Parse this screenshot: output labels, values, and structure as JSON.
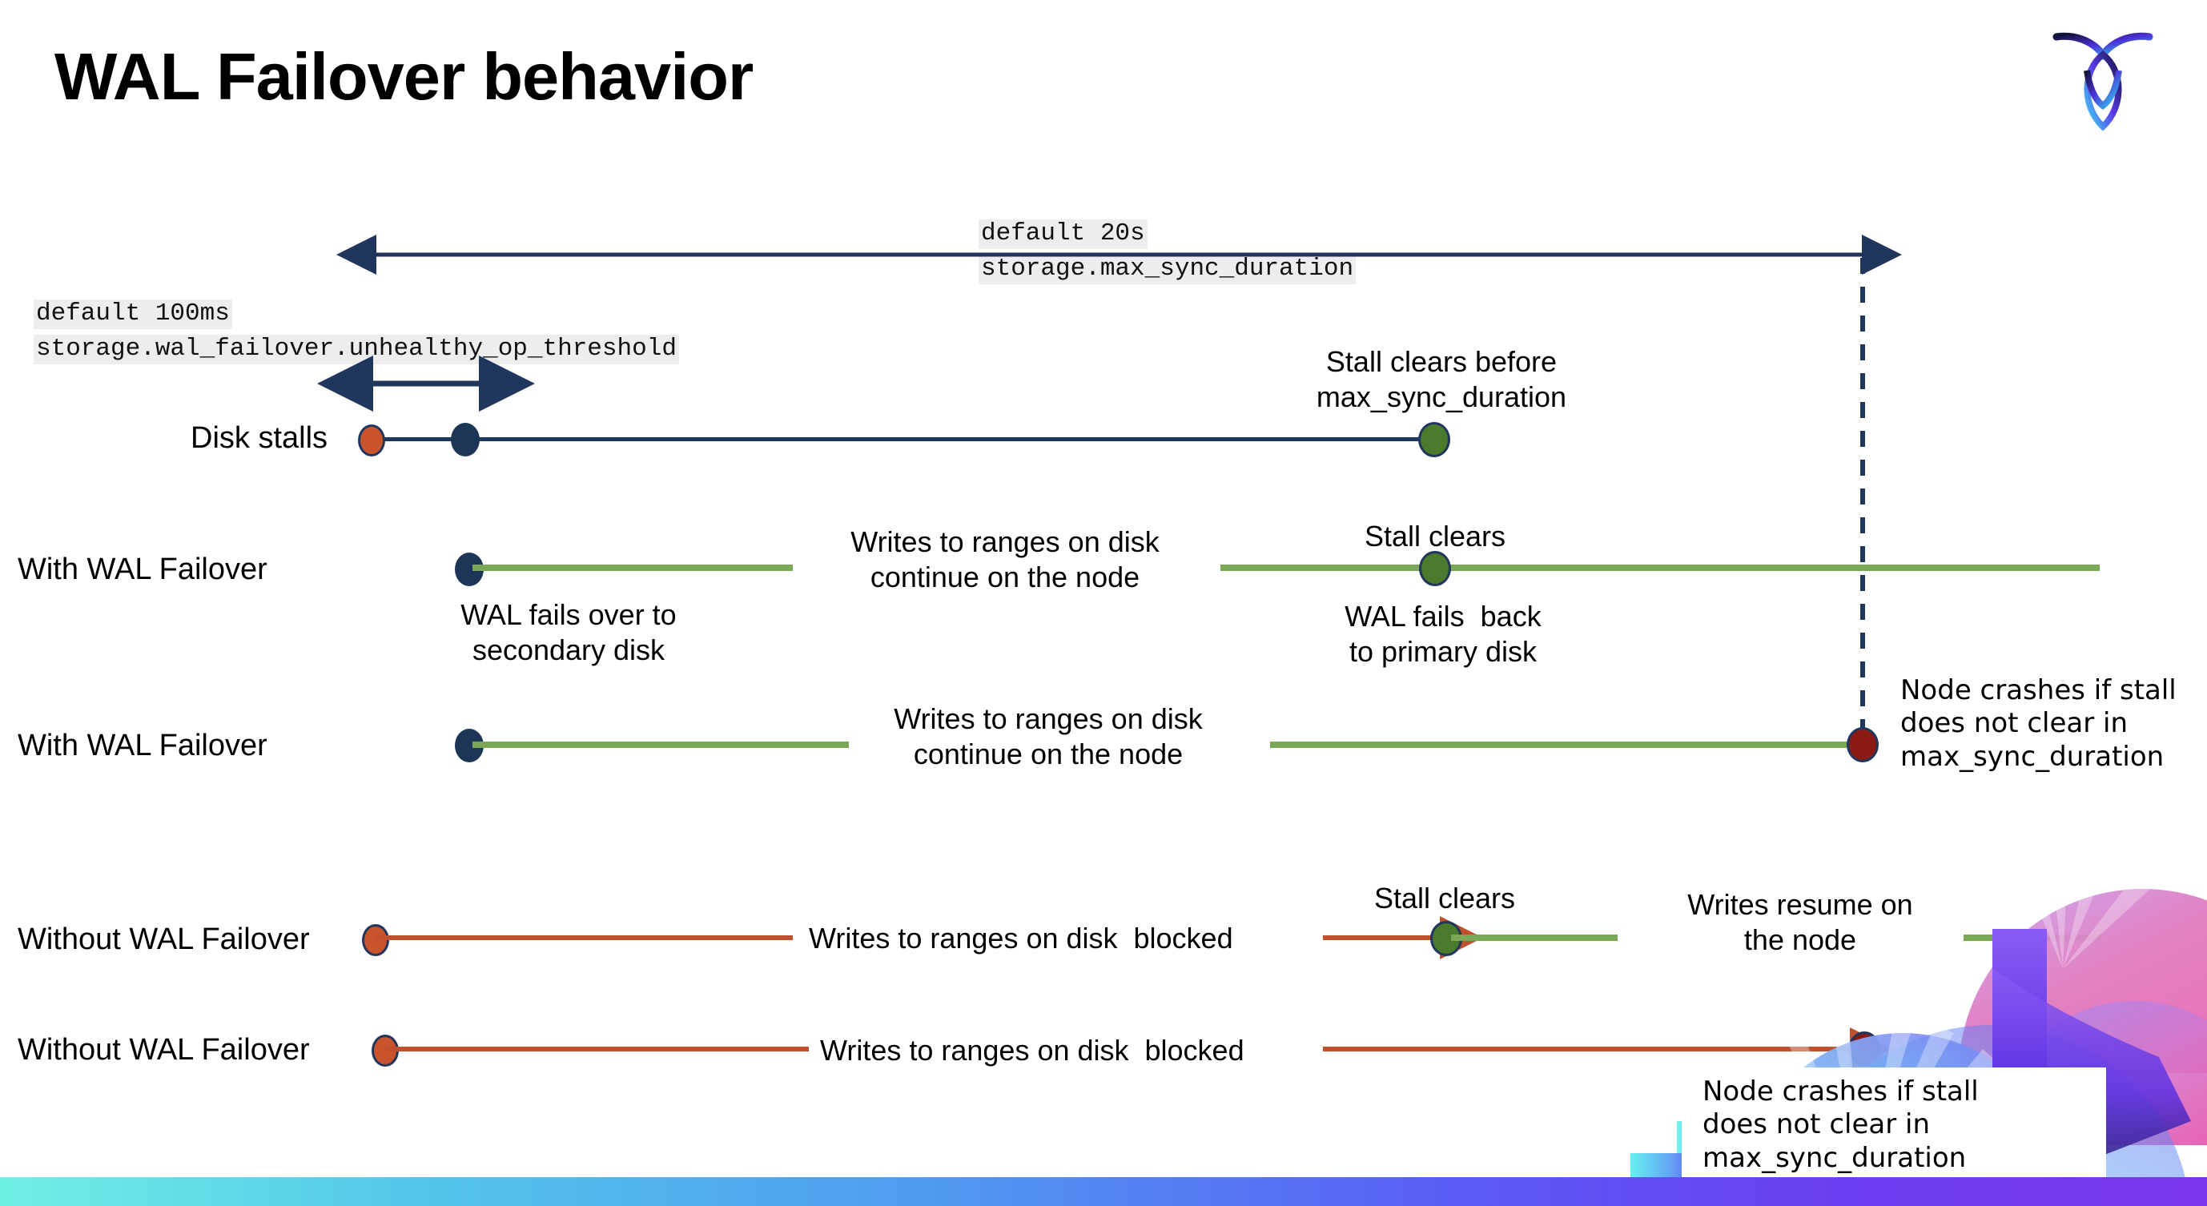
{
  "slide": {
    "title": "WAL Failover behavior",
    "logo": "cockroachdb-logo"
  },
  "settings": {
    "max_sync": {
      "default_label": "default 20s",
      "name": "storage.max_sync_duration"
    },
    "unhealthy_op": {
      "default_label": "default 100ms",
      "name": "storage.wal_failover.unhealthy_op_threshold"
    }
  },
  "rows": [
    {
      "id": "disk-stalls",
      "label": "Disk stalls",
      "annotations": [
        "Stall clears before\nmax_sync_duration"
      ]
    },
    {
      "id": "with-wal-failover-clears",
      "label": "With WAL Failover",
      "annotations": [
        "Writes to ranges on disk\ncontinue on the node",
        "Stall clears",
        "WAL fails over to\nsecondary disk",
        "WAL fails  back\nto primary disk"
      ]
    },
    {
      "id": "with-wal-failover-crash",
      "label": "With WAL Failover",
      "annotations": [
        "Writes to ranges on disk\ncontinue on the node",
        "Node crashes if stall\ndoes not clear in\nmax_sync_duration"
      ]
    },
    {
      "id": "without-wal-failover-clears",
      "label": "Without WAL Failover",
      "annotations": [
        "Writes to ranges on disk  blocked",
        "Stall clears",
        "Writes resume on\nthe node"
      ]
    },
    {
      "id": "without-wal-failover-crash",
      "label": "Without WAL Failover",
      "annotations": [
        "Writes to ranges on disk  blocked",
        "Node crashes if stall\ndoes not clear in\nmax_sync_duration"
      ]
    }
  ],
  "text": {
    "stall_clears_before_max": "Stall clears before\nmax_sync_duration",
    "writes_continue": "Writes to ranges on disk\ncontinue on the node",
    "stall_clears": "Stall clears",
    "wal_fails_over": "WAL fails over to\nsecondary disk",
    "wal_fails_back": "WAL fails  back\nto primary disk",
    "writes_continue_2": "Writes to ranges on disk\ncontinue on the node",
    "node_crashes_top": "Node crashes if stall\ndoes not clear in\nmax_sync_duration",
    "writes_blocked_1": "Writes to ranges on disk  blocked",
    "stall_clears_2": "Stall clears",
    "writes_resume": "Writes resume on\nthe node",
    "writes_blocked_2": "Writes to ranges on disk  blocked",
    "node_crashes_bottom": "Node crashes if stall\ndoes not clear in\nmax_sync_duration"
  },
  "colors": {
    "navy": "#21365d",
    "green_line": "#7aa857",
    "green_dot": "#4a7a2c",
    "orange": "#c8532c",
    "red_line": "#c0512e",
    "dark_red": "#8b1a12",
    "code_bg": "#ededed",
    "bar_gradient_start": "#6ff0e4",
    "bar_gradient_end": "#7a35ea"
  }
}
